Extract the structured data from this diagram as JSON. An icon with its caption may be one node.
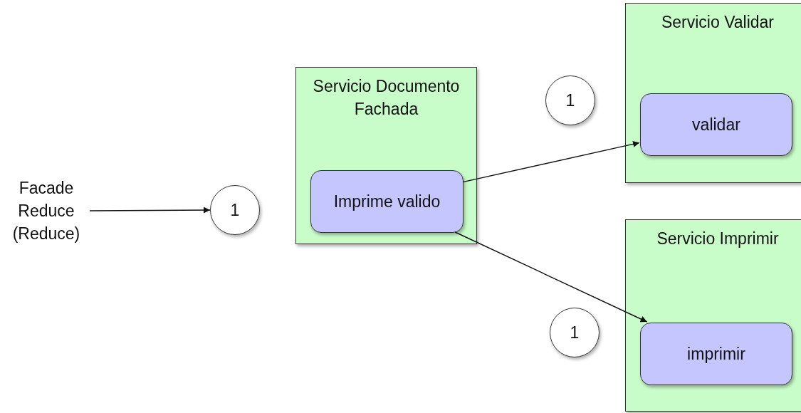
{
  "diagram": {
    "nodes": [
      {
        "text": [
          "Facade Reduce (Reduce)"
        ]
      },
      {
        "text": [
          "1"
        ]
      },
      {
        "text": [
          "Servicio Documento Fachada"
        ]
      },
      {
        "text": [
          "Imprime valido"
        ],
        "in": 2
      },
      {
        "text": [
          "1"
        ]
      },
      {
        "text": [
          "Servicio Validar"
        ]
      },
      {
        "text": [
          "validar"
        ],
        "in": 5
      },
      {
        "text": [
          "Servicio Imprimir"
        ]
      },
      {
        "text": [
          "1"
        ]
      },
      {
        "text": [
          "imprimir"
        ],
        "in": 7
      }
    ],
    "edges": [
      {
        "from": 0,
        "to": 1,
        "arrow": "to"
      },
      {
        "from": 3,
        "to": 6,
        "arrow": "to"
      },
      {
        "from": 3,
        "to": 9,
        "arrow": "to"
      }
    ]
  }
}
